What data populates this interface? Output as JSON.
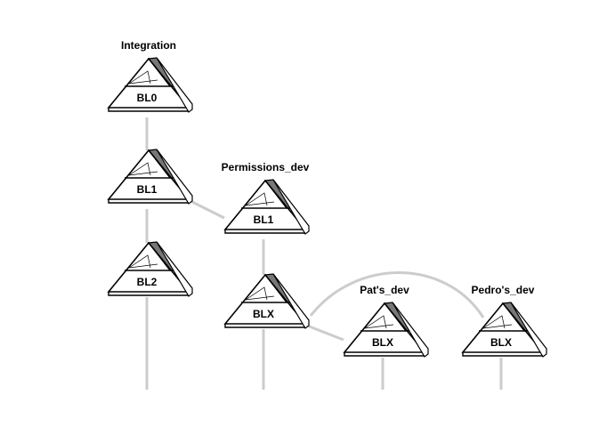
{
  "diagram": {
    "streams": [
      {
        "name": "Integration",
        "baselines": [
          {
            "id": "int_bl0",
            "label": "BL0",
            "title": "Integration"
          },
          {
            "id": "int_bl1",
            "label": "BL1",
            "title": ""
          },
          {
            "id": "int_bl2",
            "label": "BL2",
            "title": ""
          }
        ]
      },
      {
        "name": "Permissions_dev",
        "baselines": [
          {
            "id": "perm_bl1",
            "label": "BL1",
            "title": "Permissions_dev"
          },
          {
            "id": "perm_blx",
            "label": "BLX",
            "title": ""
          }
        ]
      },
      {
        "name": "Pat's_dev",
        "baselines": [
          {
            "id": "pat_blx",
            "label": "BLX",
            "title": "Pat's_dev"
          }
        ]
      },
      {
        "name": "Pedro's_dev",
        "baselines": [
          {
            "id": "pedro_blx",
            "label": "BLX",
            "title": "Pedro's_dev"
          }
        ]
      }
    ],
    "connections": [
      {
        "from": "int_bl0",
        "to": "int_bl1",
        "kind": "straight"
      },
      {
        "from": "int_bl1",
        "to": "int_bl2",
        "kind": "straight"
      },
      {
        "from": "int_bl1",
        "to": "perm_bl1",
        "kind": "straight"
      },
      {
        "from": "perm_bl1",
        "to": "perm_blx",
        "kind": "straight"
      },
      {
        "from": "perm_blx",
        "to": "pat_blx",
        "kind": "straight"
      },
      {
        "from": "perm_blx",
        "to": "pedro_blx",
        "kind": "arc"
      }
    ],
    "colors": {
      "line": "#cccccc",
      "outline": "#000000",
      "shaded_edge": "#777777",
      "fill": "#ffffff"
    }
  }
}
